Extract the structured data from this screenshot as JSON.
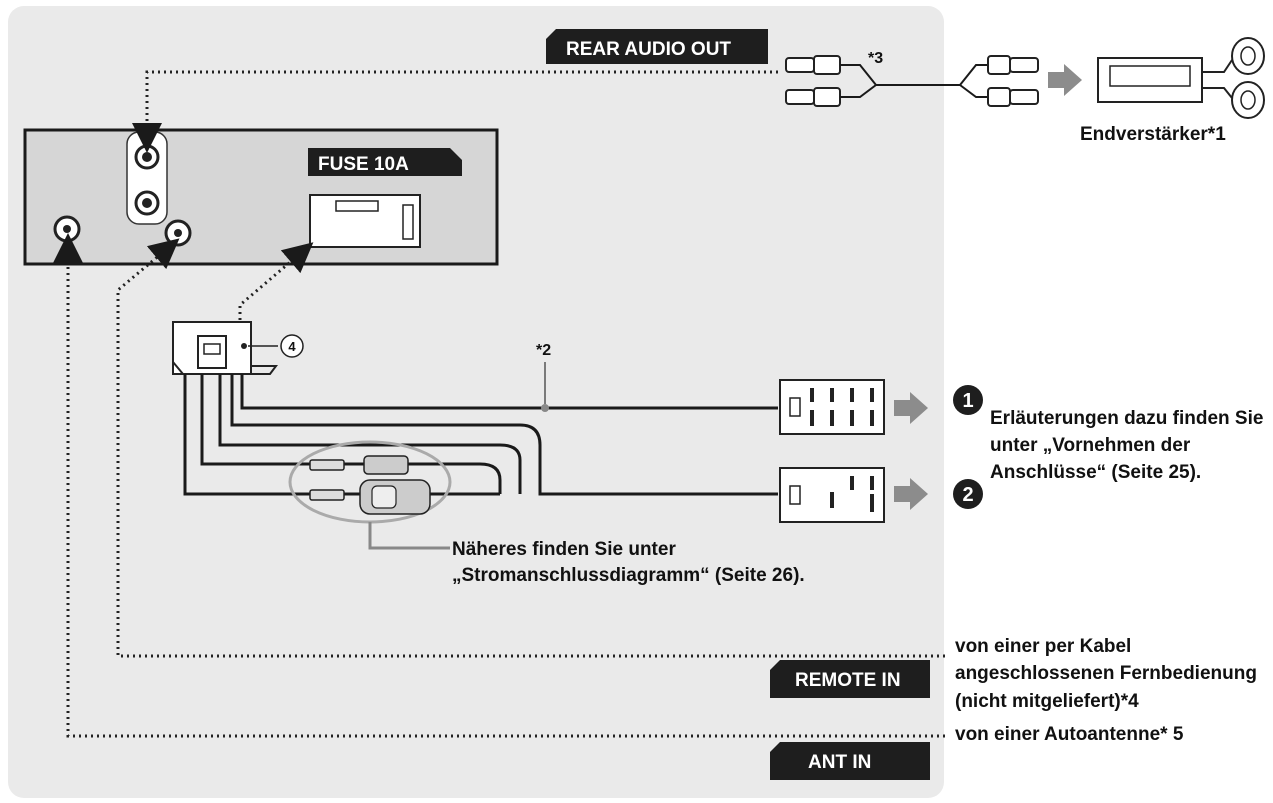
{
  "labels": {
    "rear_audio_out": "REAR AUDIO OUT",
    "fuse": "FUSE 10A",
    "remote_in": "REMOTE IN",
    "ant_in": "ANT IN",
    "note_3": "*3",
    "note_2": "*2",
    "circled_4": "4",
    "amplifier": "Endverstärker*1"
  },
  "callouts": {
    "marker_1": "1",
    "marker_2": "2",
    "connections_line1": "Erläuterungen dazu finden Sie",
    "connections_line2": "unter „Vornehmen der",
    "connections_line3": "Anschlüsse“ (Seite 25).",
    "power_line1": "Näheres finden Sie unter",
    "power_line2": "„Stromanschlussdiagramm“ (Seite 26).",
    "remote_line1": "von einer per Kabel",
    "remote_line2": "angeschlossenen Fernbedienung",
    "remote_line3": "(nicht mitgeliefert)*4",
    "antenna": "von einer Autoantenne* 5"
  },
  "colors": {
    "panel_bg": "#eaeaea",
    "unit_fill": "#d6d6d6",
    "line": "#1a1a1a",
    "tag_bg": "#1e1e1e",
    "arrow_gray": "#8c8c8c"
  }
}
